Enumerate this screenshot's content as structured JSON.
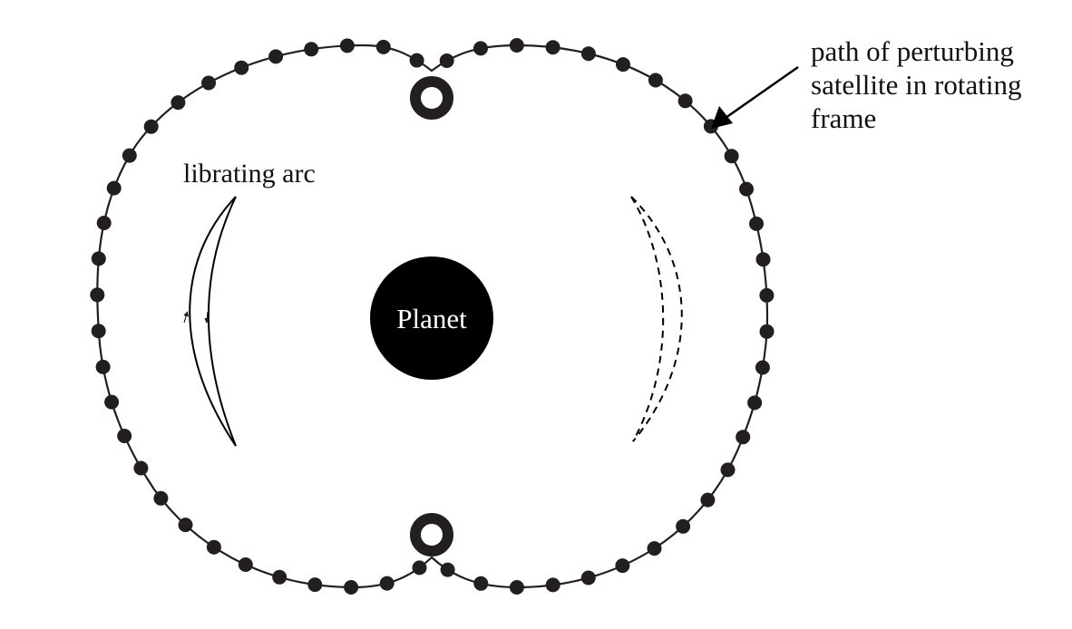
{
  "planet": {
    "label": "Planet"
  },
  "librating_arc": {
    "label": "librating arc"
  },
  "satellite_path": {
    "label_lines": [
      "path of perturbing",
      "satellite in rotating",
      "frame"
    ]
  },
  "colors": {
    "ink": "#231f20",
    "background": "#ffffff",
    "planet_text": "#ffffff"
  }
}
